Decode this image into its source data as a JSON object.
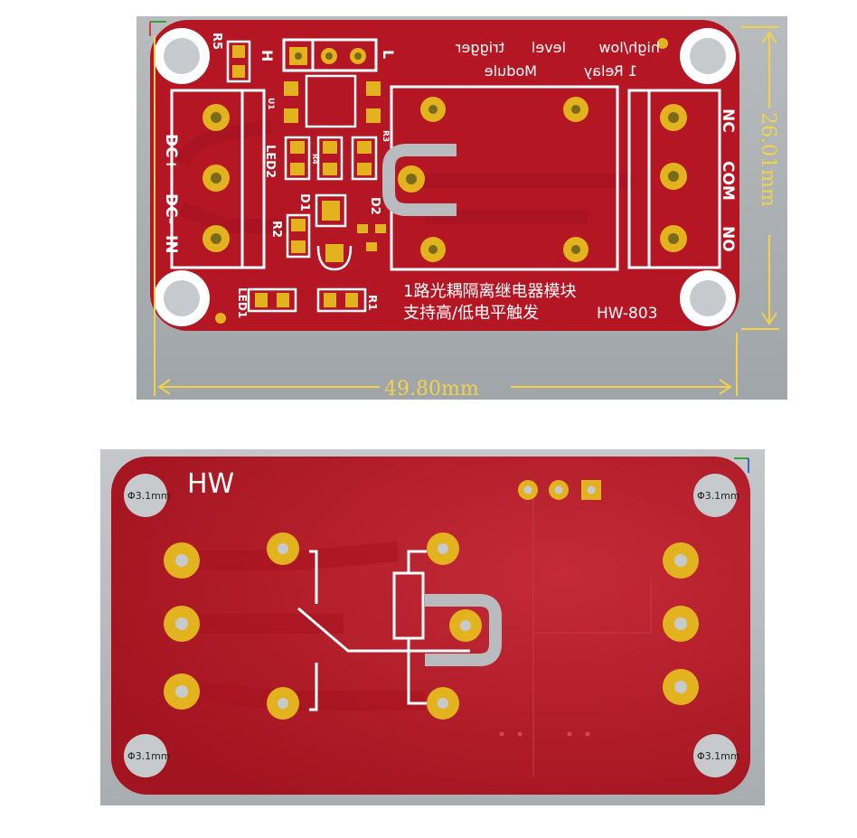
{
  "top_view": {
    "width_dimension": "49.80mm",
    "height_dimension": "26.01mm",
    "terminals_left": [
      "DC+",
      "DC-",
      "IN"
    ],
    "terminals_right": [
      "NC",
      "COM",
      "NO"
    ],
    "jumper_labels": [
      "H",
      "L"
    ],
    "component_labels": [
      "R5",
      "U1",
      "R3",
      "R4",
      "LED2",
      "D1",
      "D2",
      "R2",
      "LED1",
      "R1"
    ],
    "mirrored_text": [
      "1 Relay",
      "Module",
      "high/low",
      "level",
      "trigger"
    ],
    "title_line1": "1路光耦隔离继电器模块",
    "title_line2": "支持高/低电平触发",
    "model": "HW-803"
  },
  "bottom_view": {
    "brand": "HW",
    "hole_label": "Φ3.1mm"
  },
  "colors": {
    "board": "#b51624",
    "board_dark": "#9a111d",
    "pad_gold": "#e3b21f",
    "dimension": "#f2d24a",
    "background": "#aeb3b5"
  }
}
